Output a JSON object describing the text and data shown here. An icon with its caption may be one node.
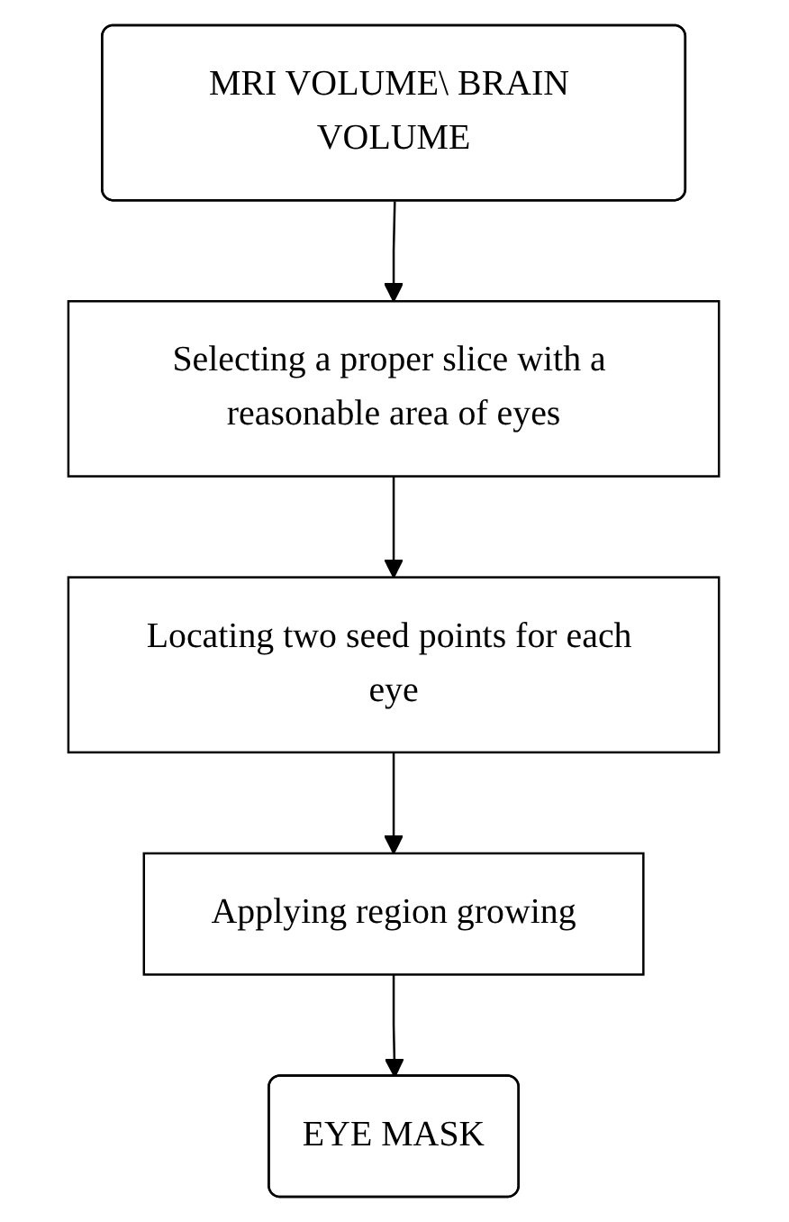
{
  "diagram": {
    "nodes": [
      {
        "text": [
          "MRI VOLUME\\ BRAIN VOLUME"
        ]
      },
      {
        "text": [
          "Selecting a proper slice with a reasonable area of eyes"
        ]
      },
      {
        "text": [
          "Locating two seed points for each eye"
        ]
      },
      {
        "text": [
          "Applying region growing"
        ]
      },
      {
        "text": [
          "EYE MASK"
        ]
      }
    ],
    "edges": [
      {
        "from": 0,
        "to": 1,
        "arrow": "to"
      },
      {
        "from": 1,
        "to": 2,
        "arrow": "to"
      },
      {
        "from": 2,
        "to": 3,
        "arrow": "to"
      },
      {
        "from": 3,
        "to": 4,
        "arrow": "to"
      }
    ]
  }
}
